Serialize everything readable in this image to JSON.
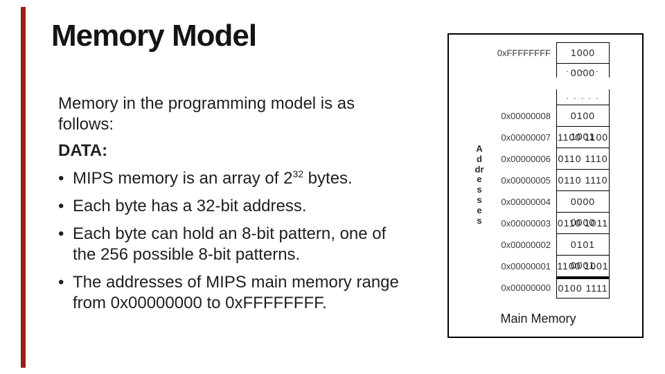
{
  "colors": {
    "accent_bar": "#9B1B1B"
  },
  "slide": {
    "title": "Memory Model"
  },
  "body": {
    "bullet_char": "•",
    "intro": "Memory in the programming model is as follows:",
    "data_heading": "DATA:",
    "bullet1": {
      "pre": "MIPS memory is an array of 2",
      "sup": "32",
      "post": " bytes."
    },
    "bullets": {
      "b2": "Each byte has a 32-bit address.",
      "b3": "Each byte can hold an 8-bit pattern, one of the 256 possible 8-bit patterns.",
      "b4": "The addresses of MIPS main memory range from 0x00000000 to 0xFFFFFFFF."
    }
  },
  "diagram": {
    "top_address_label": "0xFFFFFFFF",
    "top_cell_value": "1000 0000",
    "ellipsis": ". . . . .",
    "vertical_label": "Addresses",
    "caption": "Main Memory",
    "rows": [
      {
        "addr": "0x00000008",
        "bits": "0100 1001"
      },
      {
        "addr": "0x00000007",
        "bits": "1100 1100"
      },
      {
        "addr": "0x00000006",
        "bits": "0110 1110"
      },
      {
        "addr": "0x00000005",
        "bits": "0110 1110"
      },
      {
        "addr": "0x00000004",
        "bits": "0000 0000"
      },
      {
        "addr": "0x00000003",
        "bits": "0110 1011"
      },
      {
        "addr": "0x00000002",
        "bits": "0101 0001"
      },
      {
        "addr": "0x00000001",
        "bits": "1100 1001"
      }
    ],
    "last_row": {
      "addr": "0x00000000",
      "bits": "0100 1111"
    }
  }
}
